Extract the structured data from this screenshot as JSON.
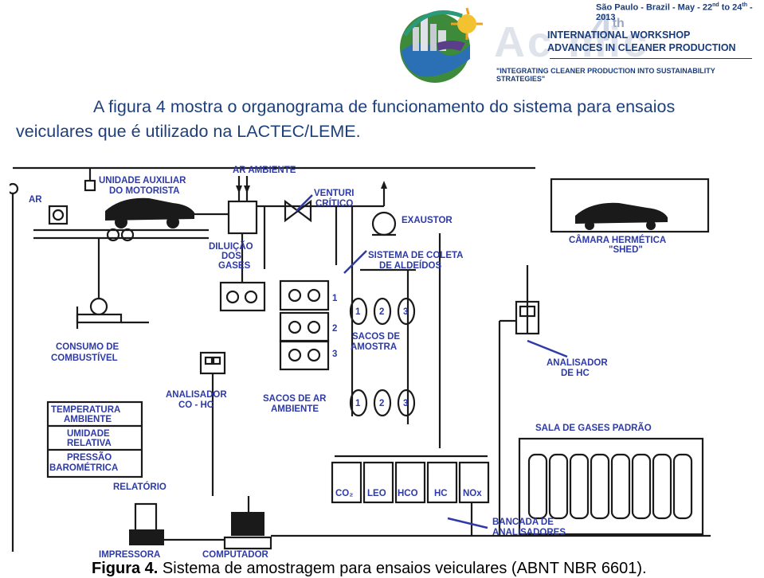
{
  "header": {
    "date_line_prefix": "São Paulo - Brazil - May - 22",
    "date_sup1": "nd",
    "date_to": " to 24",
    "date_sup2": "th",
    "date_year": " - 2013",
    "watermark": "Ac    mic",
    "big_number": "4",
    "big_number_sup": "th",
    "line1": "INTERNATIONAL WORKSHOP",
    "line2": "ADVANCES IN CLEANER PRODUCTION",
    "line3": "\"INTEGRATING CLEANER PRODUCTION INTO SUSTAINABILITY STRATEGIES\""
  },
  "intro": {
    "line1": "A figura 4 mostra o organograma de funcionamento do sistema para ensaios",
    "line2": "veiculares que é utilizado na LACTEC/LEME."
  },
  "diagram": {
    "labels": {
      "unidade_auxiliar_1": "UNIDADE AUXILIAR",
      "unidade_auxiliar_2": "DO MOTORISTA",
      "ar_ambiente": "AR AMBIENTE",
      "venturi_1": "VENTURI",
      "venturi_2": "CRÍTICO",
      "exaustor": "EXAUSTOR",
      "ar": "AR",
      "diluicao_1": "DILUIÇÃO",
      "diluicao_2": "DOS",
      "diluicao_3": "GASES",
      "sistema_coleta_1": "SISTEMA DE COLETA",
      "sistema_coleta_2": "DE ALDEÍDOS",
      "camara_1": "CÂMARA HERMÉTICA",
      "camara_2": "\"SHED\"",
      "consumo_1": "CONSUMO DE",
      "consumo_2": "COMBUSTÍVEL",
      "sacos_amostra_1": "SACOS DE",
      "sacos_amostra_2": "AMOSTRA",
      "analisador_hc_1": "ANALISADOR",
      "analisador_hc_2": "DE HC",
      "analisador_cohc_1": "ANALISADOR",
      "analisador_cohc_2": "CO - HC",
      "sacos_ar_1": "SACOS DE AR",
      "sacos_ar_2": "AMBIENTE",
      "temperatura_1": "TEMPERATURA",
      "temperatura_2": "AMBIENTE",
      "umidade_1": "UMIDADE",
      "umidade_2": "RELATIVA",
      "pressao_1": "PRESSÃO",
      "pressao_2": "BAROMÉTRICA",
      "sala_gases": "SALA DE GASES PADRÃO",
      "relatorio": "RELATÓRIO",
      "bancada_1": "BANCADA DE",
      "bancada_2": "ANALISADORES",
      "impressora": "IMPRESSORA",
      "computador": "COMPUTADOR",
      "num_1": "1",
      "num_2": "2",
      "num_3": "3",
      "bag_1": "1",
      "bag_2": "2",
      "bag_3": "3",
      "an_co2": "CO₂",
      "an_leo": "LEO",
      "an_hco": "HCO",
      "an_hc": "HC",
      "an_nox": "NOx"
    }
  },
  "caption": {
    "label": "Figura 4.",
    "text": " Sistema de amostragem para ensaios veiculares (ABNT NBR 6601)."
  }
}
